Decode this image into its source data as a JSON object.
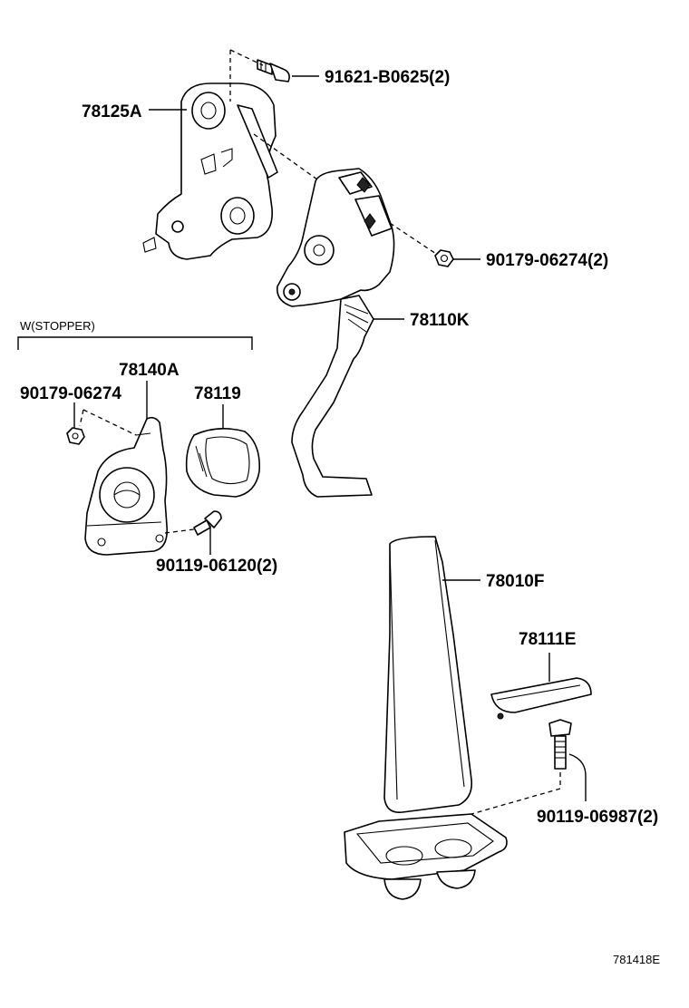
{
  "labels": {
    "bolt_top": "91621-B0625(2)",
    "bracket": "78125A",
    "nut_right": "90179-06274(2)",
    "pedal_arm": "78110K",
    "stopper_group": "W(STOPPER)",
    "stopper_bracket": "78140A",
    "nut_left": "90179-06274",
    "cover": "78119",
    "bolt_left": "90119-06120(2)",
    "pedal_pad": "78010F",
    "pad_plate": "78111E",
    "bolt_bottom": "90119-06987(2)",
    "diagram_id": "781418E"
  }
}
